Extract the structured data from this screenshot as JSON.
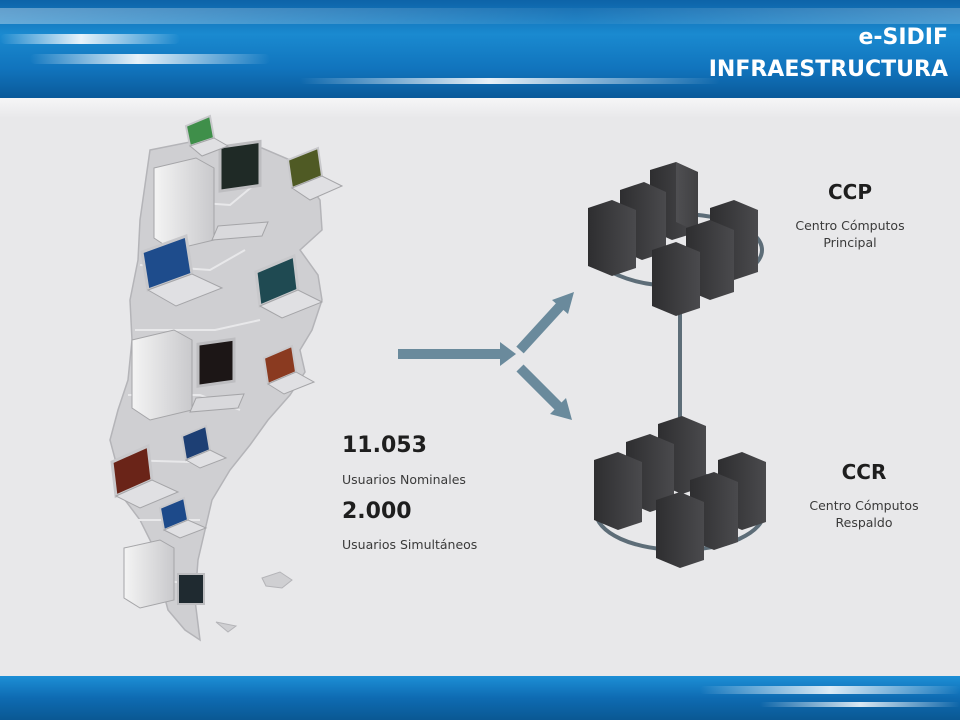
{
  "header": {
    "title_line1": "e-SIDIF",
    "title_line2": "INFRAESTRUCTURA"
  },
  "stats": [
    {
      "value": "11.053",
      "label": "Usuarios Nominales"
    },
    {
      "value": "2.000",
      "label": "Usuarios Simultáneos"
    }
  ],
  "sites": [
    {
      "code": "CCP",
      "name_line1": "Centro Cómputos",
      "name_line2": "Principal"
    },
    {
      "code": "CCR",
      "name_line1": "Centro Cómputos",
      "name_line2": "Respaldo"
    }
  ],
  "icons": {
    "map": "argentina-map-icon",
    "client_devices": [
      "laptop-icon",
      "desktop-computer-icon"
    ],
    "server_cluster": "server-cluster-icon",
    "flow_arrow": "arrow-icon"
  },
  "colors": {
    "header_blue": "#1174bd",
    "background": "#e8e8ea",
    "map_gray": "#cfcfd2",
    "server_dark": "#3a3a3c",
    "arrow_slate": "#6a8a9c"
  }
}
